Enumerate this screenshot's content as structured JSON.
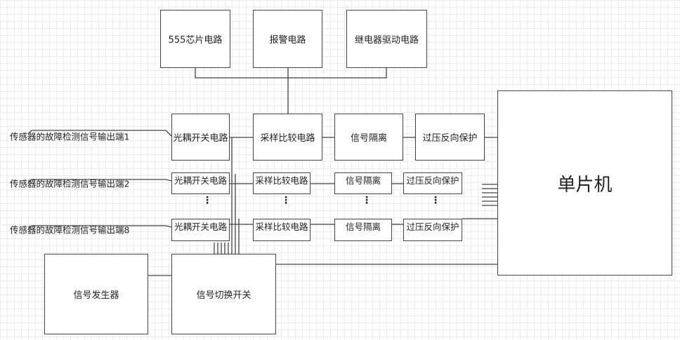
{
  "top_blocks": {
    "chip555": "555芯片电路",
    "alarm": "报警电路",
    "relay": "继电器驱动电路"
  },
  "mcu": "单片机",
  "channels": [
    {
      "input": "传感器的故障检测信号输出端1",
      "optocoupler": "光耦开关电路",
      "comparator": "采样比较电路",
      "isolation": "信号隔离",
      "protection": "过压反向保护"
    },
    {
      "input": "传感器的故障检测信号输出端2",
      "optocoupler": "光耦开关电路",
      "comparator": "采样比较电路",
      "isolation": "信号隔离",
      "protection": "过压反向保护"
    },
    {
      "input": "传感器的故障检测信号输出端8",
      "optocoupler": "光耦开关电路",
      "comparator": "采样比较电路",
      "isolation": "信号隔离",
      "protection": "过压反向保护"
    }
  ],
  "signal_generator": "信号发生器",
  "signal_switch": "信号切换开关",
  "ellipsis": "⋮",
  "colors": {
    "line": "#444444",
    "grid": "#ececec"
  }
}
